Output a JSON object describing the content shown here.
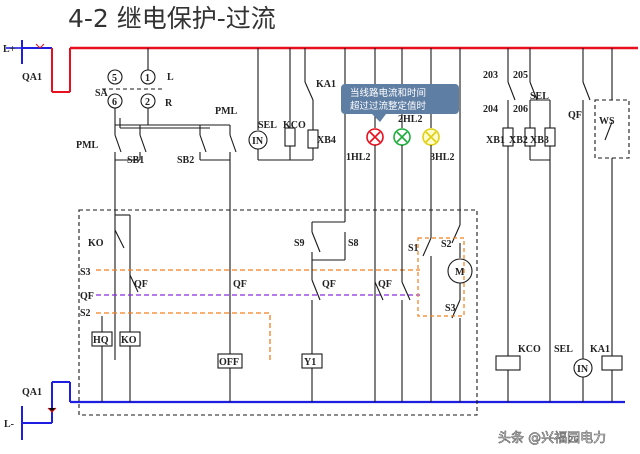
{
  "title": "4-2   继电保护-过流",
  "tooltip": {
    "line1": "当线路电流和时间",
    "line2": "超过过流整定值时"
  },
  "watermark": "头条 @兴福园电力",
  "colors": {
    "bus_pos": "#e8101e",
    "bus_neg": "#1e1ee0",
    "orange": "#f08020",
    "purple": "#8a2be2",
    "tip_bg": "#5f7ea3"
  },
  "labels": {
    "l_plus": "L+",
    "l_minus": "L-",
    "qa1_top": "QA1",
    "qa1_bot": "QA1",
    "sa": "SA",
    "c5": "5",
    "c6": "6",
    "c1": "1",
    "c2": "2",
    "l": "L",
    "r": "R",
    "pml_left": "PML",
    "pml_mid": "PML",
    "sb1": "SB1",
    "sb2": "SB2",
    "sel_top": "SEL",
    "kco_top": "KCO",
    "in_top": "IN",
    "ka1_top": "KA1",
    "xb4": "XB4",
    "hl1": "1HL2",
    "hl2": "2HL2",
    "hl3": "3HL2",
    "n203": "203",
    "n204": "204",
    "n205": "205",
    "n206": "206",
    "sel_right": "SEL",
    "xb1": "XB1",
    "xb2": "XB2",
    "xb3": "XB3",
    "qf_right": "QF",
    "ws": "WS",
    "ko_left": "KO",
    "s3_left": "S3",
    "qf_left": "QF",
    "s2_left": "S2",
    "qf_a": "QF",
    "hq": "HQ",
    "ko_box": "KO",
    "qf_mid": "QF",
    "off": "OFF",
    "s9": "S9",
    "s8": "S8",
    "qf_y1": "QF",
    "y1": "Y1",
    "qf_c": "QF",
    "s1": "S1",
    "s2_right": "S2",
    "m": "M",
    "s3_right": "S3",
    "kco_bot": "KCO",
    "sel_bot": "SEL",
    "in_bot": "IN",
    "ka1_bot": "KA1"
  }
}
